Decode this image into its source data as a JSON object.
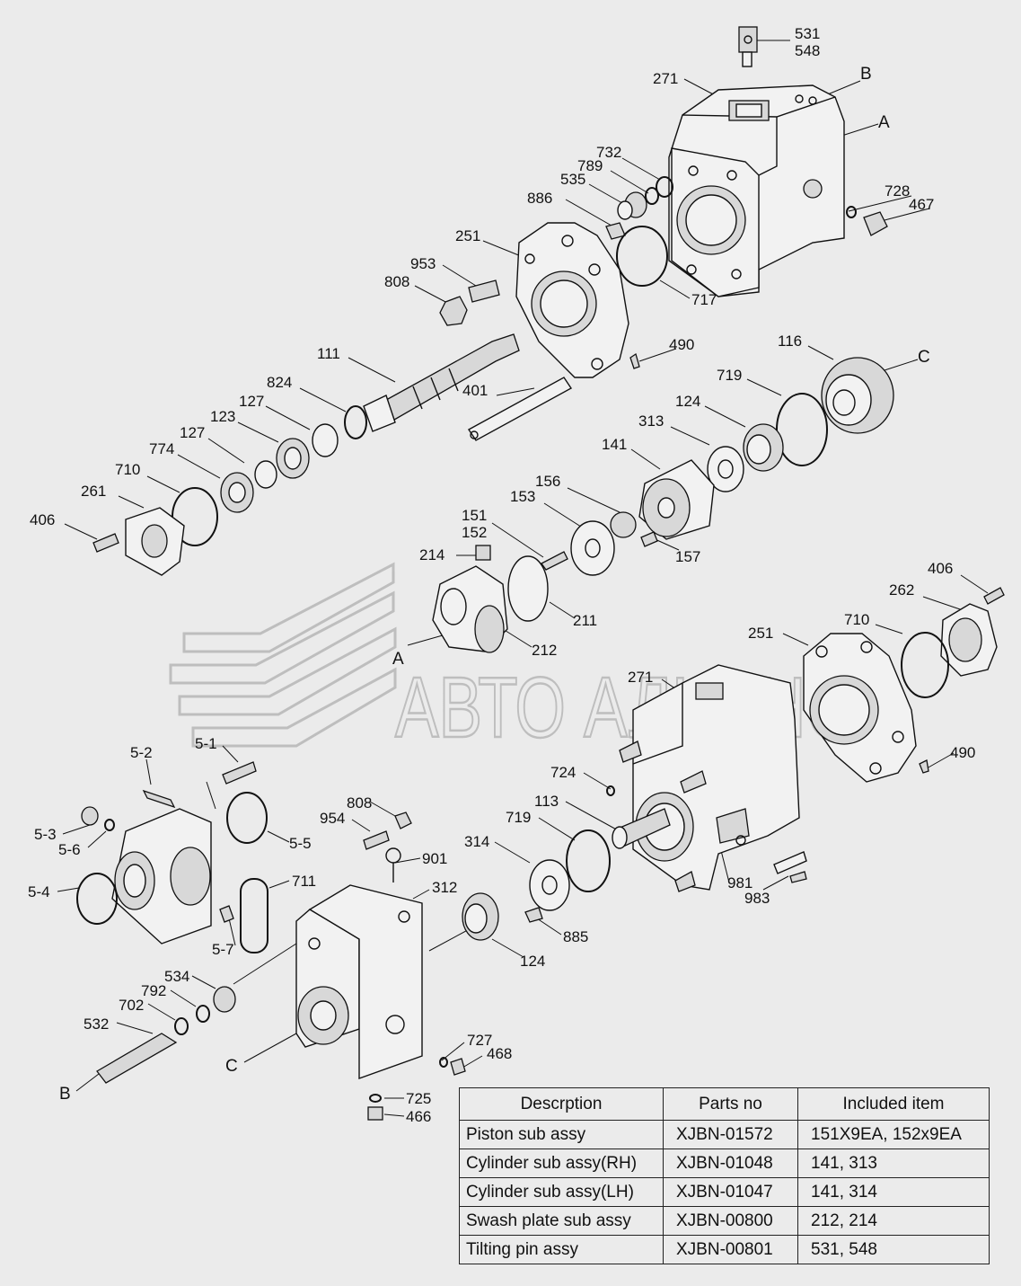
{
  "watermark": {
    "brand": "АВТО АЛЬЯНС"
  },
  "labels": [
    {
      "id": "l531",
      "text": "531"
    },
    {
      "id": "l548",
      "text": "548"
    },
    {
      "id": "l271a",
      "text": "271"
    },
    {
      "id": "lB1",
      "text": "B"
    },
    {
      "id": "lA1",
      "text": "A"
    },
    {
      "id": "l732",
      "text": "732"
    },
    {
      "id": "l789",
      "text": "789"
    },
    {
      "id": "l535",
      "text": "535"
    },
    {
      "id": "l886",
      "text": "886"
    },
    {
      "id": "l728",
      "text": "728"
    },
    {
      "id": "l467",
      "text": "467"
    },
    {
      "id": "l251a",
      "text": "251"
    },
    {
      "id": "l953",
      "text": "953"
    },
    {
      "id": "l808a",
      "text": "808"
    },
    {
      "id": "l717",
      "text": "717"
    },
    {
      "id": "l490a",
      "text": "490"
    },
    {
      "id": "l111",
      "text": "111"
    },
    {
      "id": "l116",
      "text": "116"
    },
    {
      "id": "lC1",
      "text": "C"
    },
    {
      "id": "l824",
      "text": "824"
    },
    {
      "id": "l127a",
      "text": "127"
    },
    {
      "id": "l401",
      "text": "401"
    },
    {
      "id": "l719a",
      "text": "719"
    },
    {
      "id": "l124a",
      "text": "124"
    },
    {
      "id": "l123",
      "text": "123"
    },
    {
      "id": "l127b",
      "text": "127"
    },
    {
      "id": "l313",
      "text": "313"
    },
    {
      "id": "l774",
      "text": "774"
    },
    {
      "id": "l141",
      "text": "141"
    },
    {
      "id": "l710a",
      "text": "710"
    },
    {
      "id": "l261",
      "text": "261"
    },
    {
      "id": "l156",
      "text": "156"
    },
    {
      "id": "l153",
      "text": "153"
    },
    {
      "id": "l406a",
      "text": "406"
    },
    {
      "id": "l151",
      "text": "151"
    },
    {
      "id": "l152",
      "text": "152"
    },
    {
      "id": "l157",
      "text": "157"
    },
    {
      "id": "l214",
      "text": "214"
    },
    {
      "id": "l406b",
      "text": "406"
    },
    {
      "id": "l262",
      "text": "262"
    },
    {
      "id": "l211",
      "text": "211"
    },
    {
      "id": "l710b",
      "text": "710"
    },
    {
      "id": "l251b",
      "text": "251"
    },
    {
      "id": "lA2",
      "text": "A"
    },
    {
      "id": "l212",
      "text": "212"
    },
    {
      "id": "l271b",
      "text": "271"
    },
    {
      "id": "l490b",
      "text": "490"
    },
    {
      "id": "l5_2",
      "text": "5-2"
    },
    {
      "id": "l5_1",
      "text": "5-1"
    },
    {
      "id": "l724",
      "text": "724"
    },
    {
      "id": "l113",
      "text": "113"
    },
    {
      "id": "l808b",
      "text": "808"
    },
    {
      "id": "l954",
      "text": "954"
    },
    {
      "id": "l5_3",
      "text": "5-3"
    },
    {
      "id": "l5_6",
      "text": "5-6"
    },
    {
      "id": "l719b",
      "text": "719"
    },
    {
      "id": "l5_5",
      "text": "5-5"
    },
    {
      "id": "l901",
      "text": "901"
    },
    {
      "id": "l314",
      "text": "314"
    },
    {
      "id": "l5_4",
      "text": "5-4"
    },
    {
      "id": "l711",
      "text": "711"
    },
    {
      "id": "l312",
      "text": "312"
    },
    {
      "id": "l981",
      "text": "981"
    },
    {
      "id": "l983",
      "text": "983"
    },
    {
      "id": "l5_7",
      "text": "5-7"
    },
    {
      "id": "l885",
      "text": "885"
    },
    {
      "id": "l124b",
      "text": "124"
    },
    {
      "id": "l534",
      "text": "534"
    },
    {
      "id": "l792",
      "text": "792"
    },
    {
      "id": "l702",
      "text": "702"
    },
    {
      "id": "l532",
      "text": "532"
    },
    {
      "id": "lC2",
      "text": "C"
    },
    {
      "id": "l727",
      "text": "727"
    },
    {
      "id": "l468",
      "text": "468"
    },
    {
      "id": "lB2",
      "text": "B"
    },
    {
      "id": "l725",
      "text": "725"
    },
    {
      "id": "l466",
      "text": "466"
    }
  ],
  "table": {
    "headers": [
      "Descrption",
      "Parts no",
      "Included item"
    ],
    "rows": [
      [
        "Piston sub assy",
        "XJBN-01572",
        "151X9EA, 152x9EA"
      ],
      [
        "Cylinder sub assy(RH)",
        "XJBN-01048",
        "141, 313"
      ],
      [
        "Cylinder sub assy(LH)",
        "XJBN-01047",
        "141, 314"
      ],
      [
        "Swash plate sub assy",
        "XJBN-00800",
        "212, 214"
      ],
      [
        "Tilting pin assy",
        "XJBN-00801",
        "531, 548"
      ]
    ]
  }
}
